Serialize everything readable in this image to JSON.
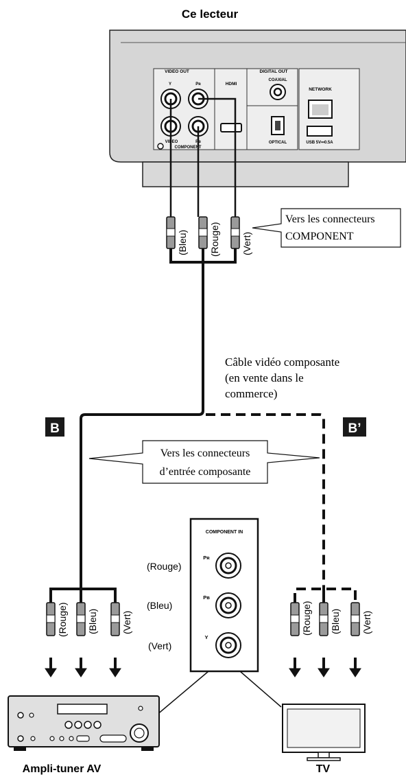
{
  "player": {
    "title": "Ce lecteur",
    "video_out_label": "VIDEO OUT",
    "y_label": "Y",
    "pr_label": "Pʀ",
    "pb_label": "Pʙ",
    "video_label": "VIDEO",
    "component_label": "COMPONENT",
    "hdmi_label": "HDMI",
    "digital_out_label": "DIGITAL OUT",
    "coaxial_label": "COAXIAL",
    "optical_label": "OPTICAL",
    "network_label": "NETWORK",
    "usb_label": "USB  5V⎓0.5A"
  },
  "top_plugs": {
    "bleu": "(Bleu)",
    "rouge": "(Rouge)",
    "vert": "(Vert)"
  },
  "callout_component": {
    "line1": "Vers les connecteurs",
    "line2": "COMPONENT"
  },
  "cable_note": {
    "line1": "Câble vidéo composante",
    "line2": "(en vente dans le",
    "line3": "commerce)"
  },
  "badge_b": "B",
  "badge_b_prime": "B’",
  "callout_input": {
    "line1": "Vers les connecteurs",
    "line2": "d’entrée composante"
  },
  "left_plugs": {
    "rouge": "(Rouge)",
    "bleu": "(Bleu)",
    "vert": "(Vert)"
  },
  "right_plugs": {
    "rouge": "(Rouge)",
    "bleu": "(Bleu)",
    "vert": "(Vert)"
  },
  "component_in": {
    "title": "COMPONENT IN",
    "pr_label": "Pʀ",
    "pb_label": "Pʙ",
    "y_label": "Y",
    "rouge": "(Rouge)",
    "bleu": "(Bleu)",
    "vert": "(Vert)"
  },
  "device_av": "Ampli-tuner AV",
  "device_tv": "TV"
}
